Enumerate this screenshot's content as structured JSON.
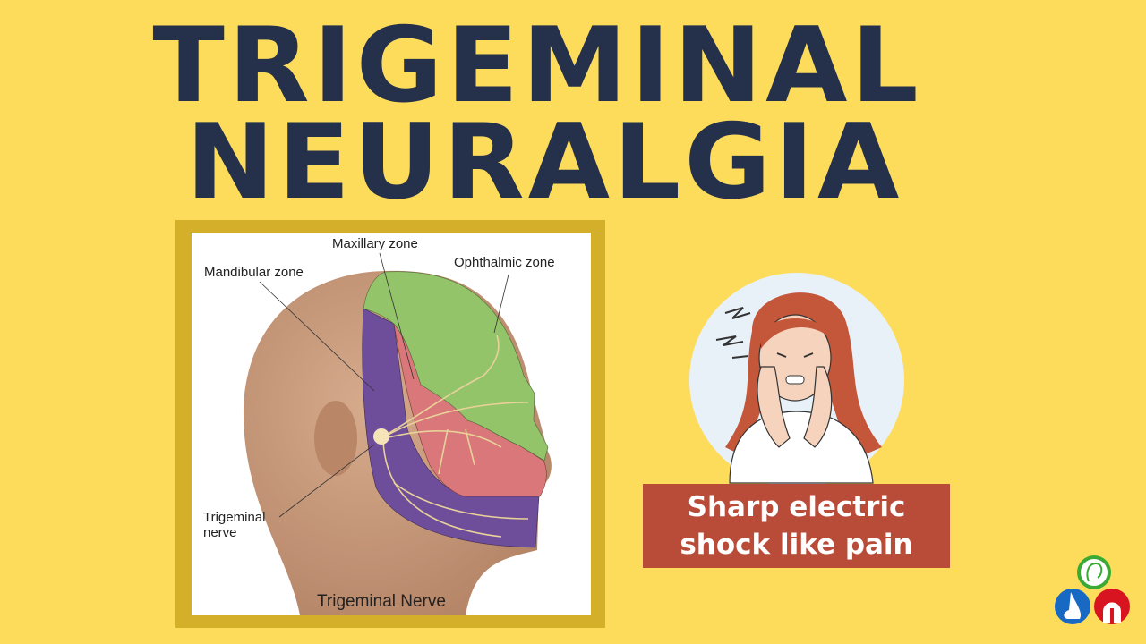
{
  "title": {
    "line1": "TRIGEMINAL",
    "line2": "NEURALGIA"
  },
  "diagram": {
    "labels": {
      "maxillary": "Maxillary zone",
      "ophthalmic": "Ophthalmic zone",
      "mandibular": "Mandibular zone",
      "nerve": "Trigeminal nerve"
    },
    "caption": "Trigeminal Nerve",
    "colors": {
      "ophthalmic": "#93c46a",
      "maxillary": "#d9777a",
      "mandibular": "#6e4d9a",
      "skin": "#c99b7c",
      "frame": "#d4b02a"
    }
  },
  "callout": {
    "text": "Sharp electric shock like pain",
    "color": "#b94b39"
  },
  "logo": {
    "icons": [
      "ear-icon",
      "nose-icon",
      "throat-icon"
    ],
    "colors": [
      "#3aaa35",
      "#1769c4",
      "#d7141f"
    ]
  },
  "colors": {
    "background": "#fddc5c",
    "title": "#25304a"
  }
}
